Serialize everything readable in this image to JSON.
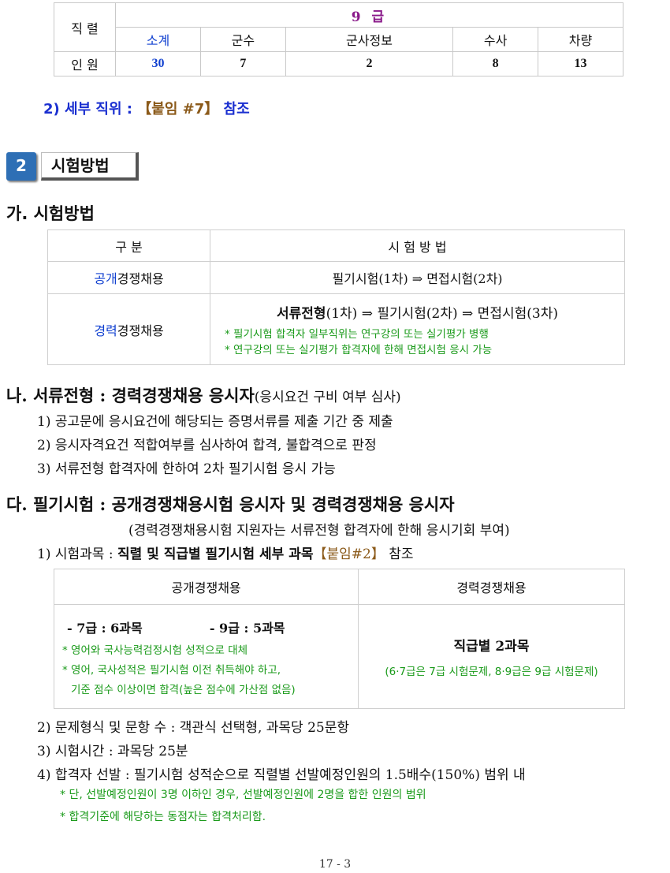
{
  "top_table": {
    "col_label": "직 렬",
    "grade": "9 급",
    "subcols": [
      "소계",
      "군수",
      "군사정보",
      "수사",
      "차량"
    ],
    "row_label": "인 원",
    "values": [
      "30",
      "7",
      "2",
      "8",
      "13"
    ]
  },
  "detail_ref": {
    "prefix": "2) 세부 직위 : ",
    "bracket": "【붙임 #7】",
    "suffix": " 참조"
  },
  "section": {
    "number": "2",
    "title": "시험방법"
  },
  "ga": {
    "heading": "가. 시험방법",
    "table": {
      "col1": "구      분",
      "col2": "시      험      방      법",
      "row1_blue": "공개",
      "row1_rest": "경쟁채용",
      "row1_method": "필기시험(1차) ⇒ 면접시험(2차)",
      "row2_blue": "경력",
      "row2_rest": "경쟁채용",
      "row2_bold": "서류전형",
      "row2_method": "(1차) ⇒ 필기시험(2차) ⇒ 면접시험(3차)",
      "row2_note1": "* 필기시험 합격자 일부직위는 연구강의 또는 실기평가 병행",
      "row2_note2": "* 연구강의 또는 실기평가 합격자에 한해 면접시험 응시 가능"
    }
  },
  "na": {
    "heading_bold": "나. 서류전형 : 경력경쟁채용 응시자",
    "heading_tail": "(응시요건 구비 여부 심사)",
    "items": [
      "1) 공고문에 응시요건에 해당되는 증명서류를 제출 기간 중 제출",
      "2) 응시자격요건 적합여부를 심사하여 합격, 불합격으로 판정",
      "3) 서류전형 합격자에 한하여 2차 필기시험 응시 가능"
    ]
  },
  "da": {
    "heading": "다. 필기시험 : 공개경쟁채용시험 응시자 및 경력경쟁채용 응시자",
    "subnote": "(경력경쟁채용시험 지원자는 서류전형 합격자에 한해 응시기회 부여)",
    "item1_prefix": "1) 시험과목 : ",
    "item1_bold": "직렬 및 직급별 필기시험 세부 과목",
    "item1_bracket": "【붙임#2】",
    "item1_suffix": " 참조",
    "table": {
      "head_open": "공개경쟁채용",
      "head_career": "경력경쟁채용",
      "grade7": "- 7급 : 6과목",
      "grade9": "- 9급 : 5과목",
      "note1": "* 영어와 국사능력검정시험 성적으로 대체",
      "note2": "* 영어, 국사성적은 필기시험 이전 취득해야 하고,",
      "note3": "기준 점수 이상이면 합격(높은 점수에 가산점 없음)",
      "career_main": "직급별 2과목",
      "career_note": "(6·7급은 7급 시험문제, 8·9급은 9급 시험문제)"
    },
    "items": [
      "2) 문제형식 및 문항 수 : 객관식 선택형, 과목당 25문항",
      "3) 시험시간 : 과목당 25분",
      "4) 합격자 선발 : 필기시험 성적순으로 직렬별 선발예정인원의 1.5배수(150%) 범위 내"
    ],
    "notes": [
      "* 단, 선발예정인원이 3명 이하인 경우, 선발예정인원에 2명을 합한 인원의 범위",
      "* 합격기준에 해당하는 동점자는 합격처리함."
    ]
  },
  "page_number": "17 - 3"
}
